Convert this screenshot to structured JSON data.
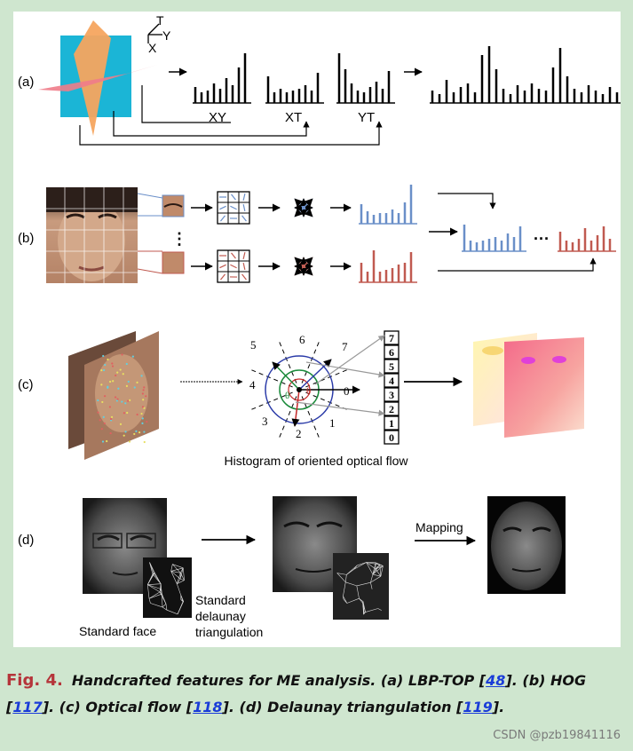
{
  "panels": {
    "a": {
      "label": "(a)",
      "axes": {
        "t": "T",
        "y": "Y",
        "x": "X"
      },
      "hist_labels": [
        "XY",
        "XT",
        "YT"
      ]
    },
    "b": {
      "label": "(b)",
      "ellipsis_v": "⋮",
      "ellipsis_h": "···"
    },
    "c": {
      "label": "(c)",
      "sectors": [
        "5",
        "6",
        "7",
        "4",
        "0",
        "3",
        "2",
        "1"
      ],
      "bins": [
        "7",
        "6",
        "5",
        "4",
        "3",
        "2",
        "1",
        "0"
      ],
      "theta": "θ",
      "caption": "Histogram of oriented optical flow"
    },
    "d": {
      "label": "(d)",
      "standard_face": "Standard face",
      "standard_delaunay": [
        "Standard",
        "delaunay",
        "triangulation"
      ],
      "mapping": "Mapping"
    }
  },
  "caption": {
    "fig_label": "Fig. 4.",
    "intro": "Handcrafted features for ME analysis. (a) LBP-TOP [",
    "ref_a": "48",
    "part_b": "]. (b) HOG [",
    "ref_b": "117",
    "part_c": "]. (c) Optical flow [",
    "ref_c": "118",
    "part_d": "]. (d) Delaunay triangulation [",
    "ref_d": "119",
    "end": "]."
  },
  "watermark": "CSDN @pzb19841116",
  "colors": {
    "background": "#cfe6cf",
    "plane_xy": "#f07c8a",
    "plane_xt": "#1bb5d6",
    "plane_yt": "#f5a55f",
    "hog_blue": "#6a8fc8",
    "hog_red": "#c05a50",
    "fig_label": "#b5343a",
    "ref_link": "#1a3cd8"
  }
}
